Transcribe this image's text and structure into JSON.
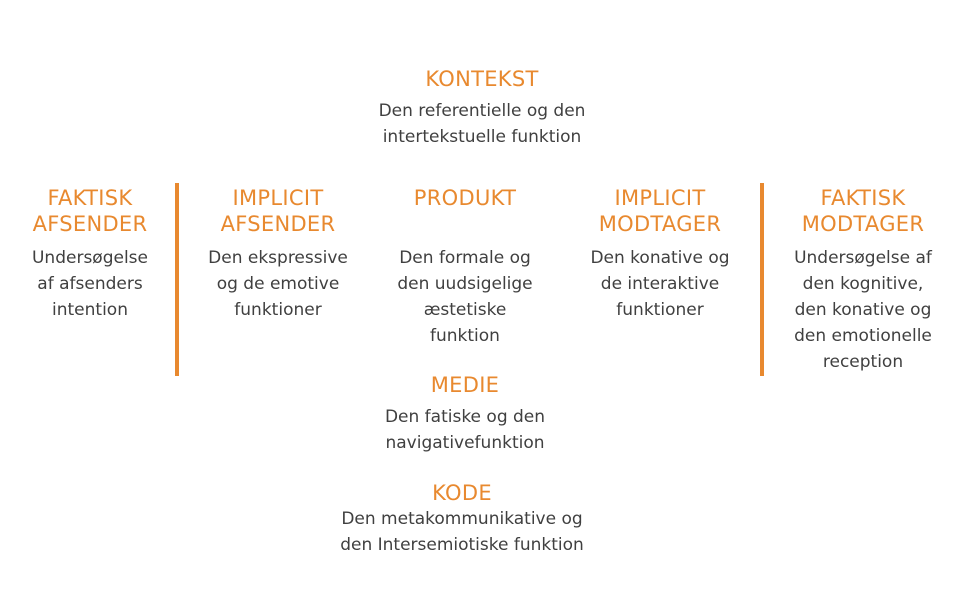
{
  "colors": {
    "accent": "#e8892f",
    "text": "#404040"
  },
  "context": {
    "title": "KONTEKST",
    "desc": "Den referentielle og den\nintertekstuelle funktion"
  },
  "factual_sender": {
    "title": "FAKTISK\nAFSENDER",
    "desc": "Undersøgelse\naf afsenders\nintention"
  },
  "implicit_sender": {
    "title": "IMPLICIT\nAFSENDER",
    "desc": "Den ekspressive\nog de emotive\nfunktioner"
  },
  "product": {
    "title": "PRODUKT",
    "desc": "Den formale og\nden uudsigelige\næstetiske\nfunktion"
  },
  "implicit_receiver": {
    "title": "IMPLICIT\nMODTAGER",
    "desc": "Den konative og\nde interaktive\nfunktioner"
  },
  "factual_receiver": {
    "title": "FAKTISK\nMODTAGER",
    "desc": "Undersøgelse af\nden kognitive,\nden konative og\nden emotionelle\nreception"
  },
  "medium": {
    "title": "MEDIE",
    "desc": "Den fatiske og den\nnavigativefunktion"
  },
  "code": {
    "title": "KODE",
    "desc": "Den metakommunikative og\nden Intersemiotiske funktion"
  }
}
